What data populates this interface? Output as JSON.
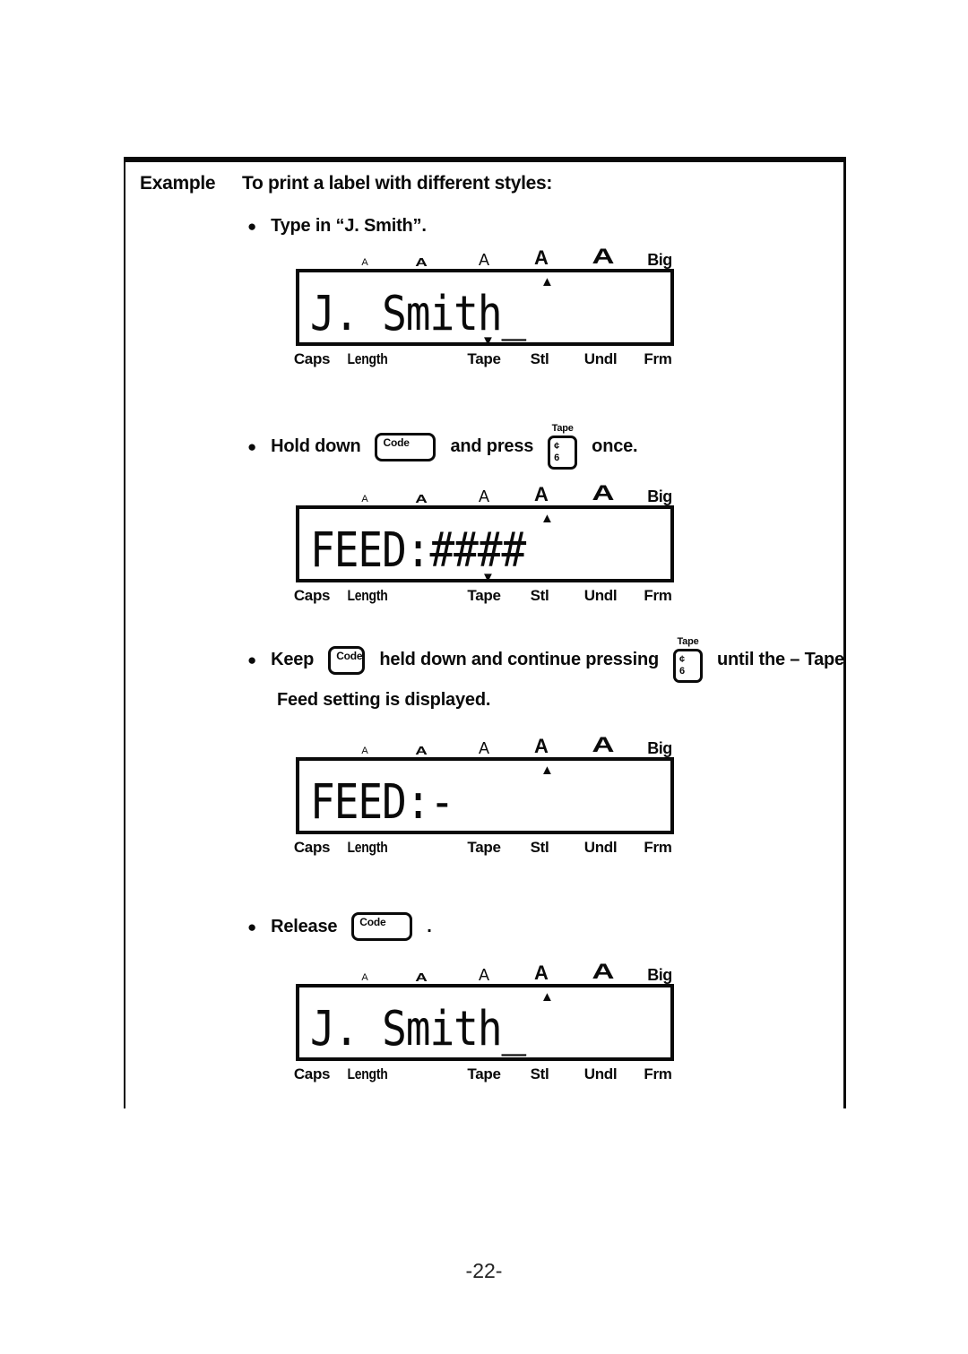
{
  "header": {
    "label": "Example",
    "title": "To print a label with different styles:"
  },
  "icons": {
    "bullet": "●",
    "up_marker": "▲",
    "down_marker": "▼"
  },
  "keys": {
    "code_label": "Code",
    "tape_key": {
      "top_label": "Tape",
      "char_top": "¢",
      "char_bottom": "6"
    }
  },
  "steps": {
    "step1": {
      "text": "Type in “J. Smith”."
    },
    "step2": {
      "before": "Hold down",
      "middle": "and press",
      "after": "once."
    },
    "step3": {
      "before": "Keep",
      "middle": "held down and continue pressing",
      "after": "until the – Tape",
      "line2": "Feed setting is displayed."
    },
    "step4": {
      "before": "Release",
      "after": "."
    }
  },
  "lcd": {
    "indicators": [
      "A",
      "A",
      "A",
      "A",
      "A"
    ],
    "big_label": "Big",
    "status": [
      "Caps",
      "Length",
      "Tape",
      "Stl",
      "Undl",
      "Frm"
    ]
  },
  "displays": [
    {
      "text": "J. Smith_"
    },
    {
      "text": "FEED:####"
    },
    {
      "text": "FEED:-"
    },
    {
      "text": "J. Smith_"
    }
  ],
  "footer": {
    "page_number": "-22-"
  }
}
